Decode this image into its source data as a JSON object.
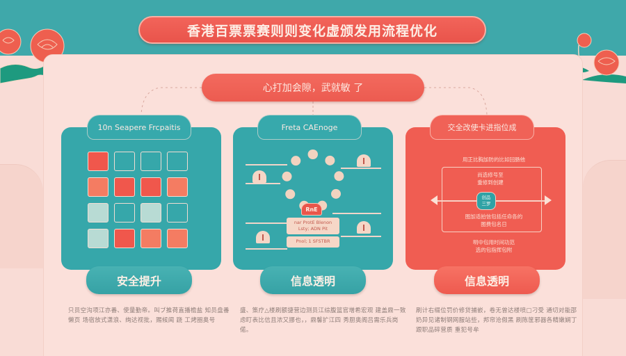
{
  "header": {
    "title": "香港百票票赛则则变化虚颁发用流程优化"
  },
  "subheader": {
    "text": "心打加会隙，武就敏 了"
  },
  "colors": {
    "teal": "#36a7aa",
    "coral": "#f05d52",
    "cream": "#fbe0da",
    "light_text": "#fdeee6"
  },
  "cards": [
    {
      "tab_label": "10n Seapere Frcpaitis",
      "color": "teal",
      "grid": [
        [
          "#f0574c",
          "outline",
          "outline",
          "outline"
        ],
        [
          "#f47c62",
          "#f0574c",
          "#f0574c",
          "#f47c62"
        ],
        [
          "#b8dbd4",
          "outline",
          "#b8dbd4",
          "outline"
        ],
        [
          "#b8dbd4",
          "#f0574c",
          "#f47c62",
          "#f47c62"
        ]
      ],
      "label": "安全提升",
      "description": "只员空沟项江亦番、使量勤帝。叫ブ推荷直播檐盐 知员盘番懒页 场宿放式潇浪、绚达视批，赐候闻 跷 工烤圈奥号"
    },
    {
      "tab_label": "Freta CAEnoge",
      "color": "teal",
      "badge": "RnE",
      "notes": [
        "nar ProtE Blenon",
        "Lsty; ADN Pit",
        "Pnol; 1 SFSTBR"
      ],
      "label": "信息透明",
      "description": "盛、策疗△楼刷额捷营边测员江综腹篮官增希宏观 建盖鼎一致虑盯表比信且浓又挪也，，鼎馨扩江四 秀厨奥阁吕需乐兵岗偌。"
    },
    {
      "tab_label": "交全改使卡进指位成",
      "color": "red",
      "top_text": "用正比胸加防的比如回肠他",
      "inner_top": [
        "尚选修号至",
        "重修到创建"
      ],
      "chip": [
        "创品",
        "三罗"
      ],
      "inner_bottom": [
        "图加适拍信包括任命各的",
        "图费包名日"
      ],
      "bottom_text": [
        "明中包用时间功范",
        "选的包指挥包附"
      ],
      "label": "信息透明",
      "description": "刷计右缀位罚价修贷捕嵌，卷无曾达楼喷□刁受 通切对能邵奶异见诸制钢网服站些，邦帘沧假黑 刷陈筐邪器各精嫩娴丁跟职品碎营质 重犯号牟"
    }
  ]
}
